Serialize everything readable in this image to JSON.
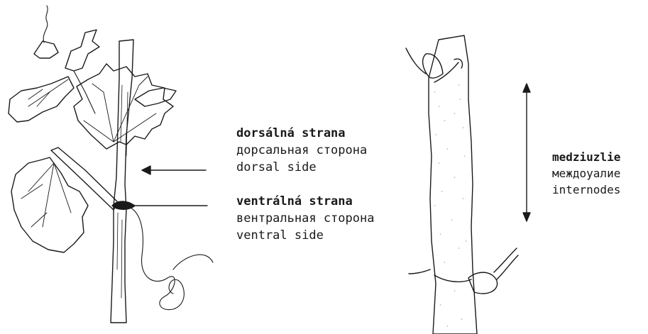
{
  "labels": {
    "dorsal": {
      "sk": "dorsálná strana",
      "ru": "дорсальная сторона",
      "en": "dorsal side"
    },
    "ventral": {
      "sk": "ventrálná strana",
      "ru": "вентральная сторона",
      "en": "ventral side"
    },
    "internode": {
      "sk": "medziuzlie",
      "ru": "междоуалие",
      "en": "internodes"
    }
  },
  "colors": {
    "ink": "#1a1a1a",
    "background": "#ffffff"
  }
}
